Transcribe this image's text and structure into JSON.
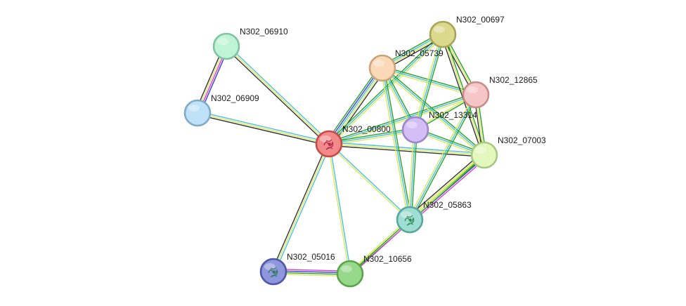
{
  "network": {
    "nodes": [
      {
        "id": "N302_00800",
        "label": "N302_00800",
        "fill": "#f28a8a",
        "stroke": "#c94848",
        "has_structure": true,
        "structure_color": "#b0284a"
      },
      {
        "id": "N302_06910",
        "label": "N302_06910",
        "fill": "#bff5d6",
        "stroke": "#7fc4a0",
        "has_structure": false
      },
      {
        "id": "N302_06909",
        "label": "N302_06909",
        "fill": "#bfe2f8",
        "stroke": "#7fabc9",
        "has_structure": false
      },
      {
        "id": "N302_05739",
        "label": "N302_05739",
        "fill": "#fbd9b8",
        "stroke": "#c9a47c",
        "has_structure": false
      },
      {
        "id": "N302_00697",
        "label": "N302_00697",
        "fill": "#dbd98c",
        "stroke": "#a8a55a",
        "has_structure": false
      },
      {
        "id": "N302_12865",
        "label": "N302_12865",
        "fill": "#f6c6c6",
        "stroke": "#c98c8c",
        "has_structure": false
      },
      {
        "id": "N302_13314",
        "label": "N302_13314",
        "fill": "#d4bef7",
        "stroke": "#9d86c7",
        "has_structure": false
      },
      {
        "id": "N302_07003",
        "label": "N302_07003",
        "fill": "#e3f8bc",
        "stroke": "#a9c784",
        "has_structure": false
      },
      {
        "id": "N302_05863",
        "label": "N302_05863",
        "fill": "#9fded2",
        "stroke": "#5aa79a",
        "has_structure": true,
        "structure_color": "#2f8a5a"
      },
      {
        "id": "N302_05016",
        "label": "N302_05016",
        "fill": "#8e96dc",
        "stroke": "#4d57a6",
        "has_structure": true,
        "structure_color": "#2f7a60"
      },
      {
        "id": "N302_10656",
        "label": "N302_10656",
        "fill": "#97d98a",
        "stroke": "#5aa24c",
        "has_structure": false
      }
    ],
    "edges": [
      {
        "from": "N302_06910",
        "to": "N302_06909",
        "colors": [
          "#3a3ad8",
          "#d63ad6",
          "#d8e95a",
          "#333333"
        ]
      },
      {
        "from": "N302_06910",
        "to": "N302_00800",
        "colors": [
          "#4dbfd9",
          "#d8e95a",
          "#333333"
        ]
      },
      {
        "from": "N302_06909",
        "to": "N302_00800",
        "colors": [
          "#4dbfd9",
          "#d8e95a",
          "#333333"
        ]
      },
      {
        "from": "N302_00800",
        "to": "N302_05739",
        "colors": [
          "#2aa02a",
          "#3a3ad8",
          "#4dbfd9",
          "#d8e95a",
          "#333333"
        ]
      },
      {
        "from": "N302_00800",
        "to": "N302_00697",
        "colors": [
          "#2aa02a",
          "#4dbfd9",
          "#d8e95a"
        ]
      },
      {
        "from": "N302_00800",
        "to": "N302_12865",
        "colors": [
          "#2aa02a",
          "#4dbfd9",
          "#d8e95a"
        ]
      },
      {
        "from": "N302_00800",
        "to": "N302_13314",
        "colors": [
          "#2aa02a",
          "#4dbfd9",
          "#d8e95a"
        ]
      },
      {
        "from": "N302_00800",
        "to": "N302_07003",
        "colors": [
          "#4dbfd9",
          "#d8e95a",
          "#333333"
        ]
      },
      {
        "from": "N302_00800",
        "to": "N302_05863",
        "colors": [
          "#4dbfd9",
          "#d8e95a"
        ]
      },
      {
        "from": "N302_00800",
        "to": "N302_05016",
        "colors": [
          "#4dbfd9",
          "#d8e95a",
          "#333333"
        ]
      },
      {
        "from": "N302_00800",
        "to": "N302_10656",
        "colors": [
          "#4dbfd9",
          "#d8e95a"
        ]
      },
      {
        "from": "N302_05739",
        "to": "N302_00697",
        "colors": [
          "#2aa02a",
          "#4dbfd9",
          "#d8e95a",
          "#333333"
        ]
      },
      {
        "from": "N302_05739",
        "to": "N302_13314",
        "colors": [
          "#2aa02a",
          "#4dbfd9",
          "#d8e95a"
        ]
      },
      {
        "from": "N302_05739",
        "to": "N302_07003",
        "colors": [
          "#2aa02a",
          "#4dbfd9",
          "#d8e95a"
        ]
      },
      {
        "from": "N302_05739",
        "to": "N302_05863",
        "colors": [
          "#2aa02a",
          "#4dbfd9",
          "#d8e95a"
        ]
      },
      {
        "from": "N302_05739",
        "to": "N302_12865",
        "colors": [
          "#2aa02a",
          "#4dbfd9",
          "#d8e95a"
        ]
      },
      {
        "from": "N302_00697",
        "to": "N302_12865",
        "colors": [
          "#2aa02a",
          "#d8e95a",
          "#333333"
        ]
      },
      {
        "from": "N302_00697",
        "to": "N302_07003",
        "colors": [
          "#2aa02a",
          "#d8e95a",
          "#333333"
        ]
      },
      {
        "from": "N302_00697",
        "to": "N302_13314",
        "colors": [
          "#2aa02a",
          "#4dbfd9",
          "#d8e95a"
        ]
      },
      {
        "from": "N302_12865",
        "to": "N302_07003",
        "colors": [
          "#2aa02a",
          "#d8e95a",
          "#333333"
        ]
      },
      {
        "from": "N302_12865",
        "to": "N302_13314",
        "colors": [
          "#2aa02a",
          "#d8e95a"
        ]
      },
      {
        "from": "N302_12865",
        "to": "N302_05863",
        "colors": [
          "#2aa02a",
          "#4dbfd9",
          "#d8e95a"
        ]
      },
      {
        "from": "N302_13314",
        "to": "N302_07003",
        "colors": [
          "#2aa02a",
          "#4dbfd9",
          "#d8e95a"
        ]
      },
      {
        "from": "N302_13314",
        "to": "N302_05863",
        "colors": [
          "#2aa02a",
          "#4dbfd9",
          "#d8e95a"
        ]
      },
      {
        "from": "N302_07003",
        "to": "N302_05863",
        "colors": [
          "#d63ad6",
          "#3a3ad8",
          "#2aa02a",
          "#d8e95a",
          "#333333"
        ]
      },
      {
        "from": "N302_07003",
        "to": "N302_10656",
        "colors": [
          "#2aa02a",
          "#d8e95a"
        ]
      },
      {
        "from": "N302_05863",
        "to": "N302_10656",
        "colors": [
          "#d63ad6",
          "#2aa02a",
          "#d8e95a"
        ]
      },
      {
        "from": "N302_05016",
        "to": "N302_10656",
        "colors": [
          "#d63ad6",
          "#3a3ad8",
          "#2aa02a",
          "#d8e95a"
        ]
      }
    ]
  }
}
